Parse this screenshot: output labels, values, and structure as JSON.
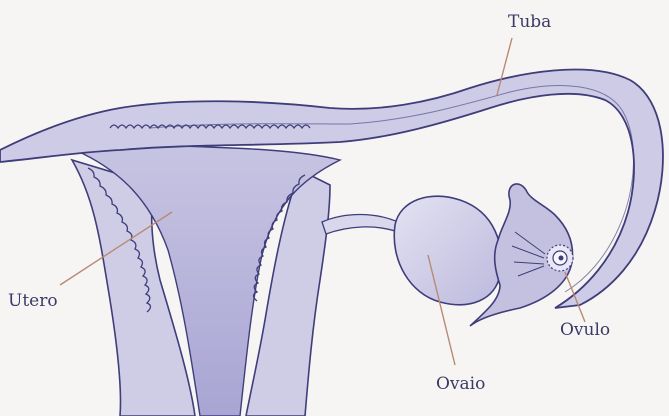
{
  "diagram": {
    "labels": {
      "tuba": "Tuba",
      "utero": "Utero",
      "ovulo": "Ovulo",
      "ovaio": "Ovaio"
    },
    "colors": {
      "background": "#f6f5f3",
      "tissue_light": "#cfcde6",
      "tissue_mid": "#b4b1d8",
      "tissue_dark": "#8f8cc4",
      "outline": "#3f3d7a",
      "leader": "#b98a72",
      "text": "#3b3a66"
    },
    "icons": {
      "ovum": "ovum-cell-icon"
    }
  }
}
